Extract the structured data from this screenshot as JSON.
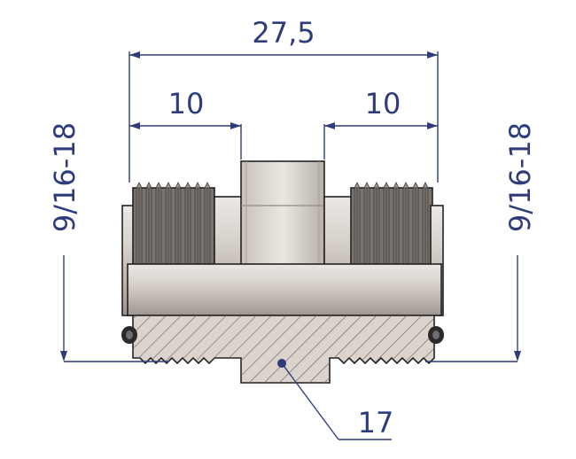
{
  "dimensions": {
    "overall_length": "27,5",
    "left_thread_length": "10",
    "right_thread_length": "10",
    "left_thread_size": "9/16-18",
    "right_thread_size": "9/16-18"
  },
  "callouts": {
    "hex_size": "17"
  },
  "colors": {
    "dimension": "#2e3d7a",
    "body_light": "#dcd6d0",
    "body_mid": "#b7b0a9",
    "thread_dark": "#6f6a66",
    "section_fill": "#dbd3cc",
    "hatch": "#6b5f58",
    "oring": "#2a2a2a"
  }
}
